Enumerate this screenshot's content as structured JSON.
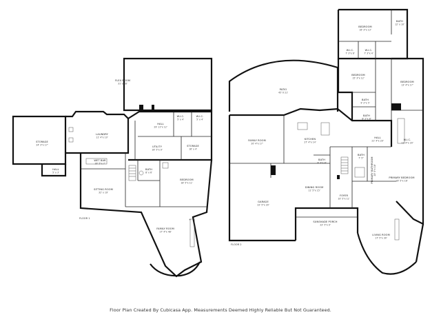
{
  "floors": [
    {
      "label": "FLOOR 1",
      "rooms": [
        {
          "name": "STORAGE",
          "dims": "24' 3\"x 17'"
        },
        {
          "name": "LAUNDRY",
          "dims": "11' 4\"x 10'"
        },
        {
          "name": "FLEX ROOM",
          "dims": "31' x 16'"
        },
        {
          "name": "HALL",
          "dims": "29' 11\"x 12'"
        },
        {
          "name": "W.I.C.",
          "dims": "5' x 4'"
        },
        {
          "name": "W.I.C.",
          "dims": "5' x 4'"
        },
        {
          "name": "STORAGE",
          "dims": "16' x 4'"
        },
        {
          "name": "UTILITY",
          "dims": "16' 5\"x 9'"
        },
        {
          "name": "WET BAR",
          "dims": "16' 5\"x 7'"
        },
        {
          "name": "HALL",
          "dims": "5' x 3'"
        },
        {
          "name": "SITTING ROOM",
          "dims": "32' x 19'"
        },
        {
          "name": "BATH",
          "dims": "8' x 6'"
        },
        {
          "name": "BEDROOM",
          "dims": "18' 5\"x 11'"
        },
        {
          "name": "FAMILY ROOM",
          "dims": "17' 4\"x 48'"
        }
      ]
    },
    {
      "label": "FLOOR 2",
      "rooms": [
        {
          "name": "BEDROOM",
          "dims": "16' 3\"x 13'"
        },
        {
          "name": "BATH",
          "dims": "12' x 10'"
        },
        {
          "name": "W.I.C.",
          "dims": "7' 3\"x 6'"
        },
        {
          "name": "W.I.C.",
          "dims": "7' 3\"x 4'"
        },
        {
          "name": "BEDROOM",
          "dims": "15' 3\"x 12'"
        },
        {
          "name": "BEDROOM",
          "dims": "13' 4\"x 17'"
        },
        {
          "name": "PATIO",
          "dims": "45' X 21'"
        },
        {
          "name": "BATH",
          "dims": "9' 2\"x 5'"
        },
        {
          "name": "BATH",
          "dims": "8' 2\"x 8'"
        },
        {
          "name": "FAMILY ROOM",
          "dims": "20' 4\"x 17'"
        },
        {
          "name": "KITCHEN",
          "dims": "27' 4\"x 14'"
        },
        {
          "name": "HALL",
          "dims": "21' 4\"x 29'"
        },
        {
          "name": "W.I.C.",
          "dims": "11' 4\"x 20'"
        },
        {
          "name": "BATH",
          "dims": "9' 3\"x 8'"
        },
        {
          "name": "BATH",
          "dims": "7' 5\""
        },
        {
          "name": "PRIMARY BATHROOM",
          "dims": "20' 5\"x 16'"
        },
        {
          "name": "PRIMARY BEDROOM",
          "dims": "16' 5\"x 16'"
        },
        {
          "name": "DINING ROOM",
          "dims": "11' 5\"x 15'"
        },
        {
          "name": "GARAGE",
          "dims": "22' 5\"x 20'"
        },
        {
          "name": "FOYER",
          "dims": "10' 5\"x 11'"
        },
        {
          "name": "SUNSHADE PORCH",
          "dims": "22' 5\"x 9'"
        },
        {
          "name": "LIVING ROOM",
          "dims": "17' 5\"x 30'"
        }
      ]
    }
  ],
  "disclaimer": "Floor Plan Created By Cubicasa App. Measurements Deemed Highly Reliable But Not Guaranteed."
}
